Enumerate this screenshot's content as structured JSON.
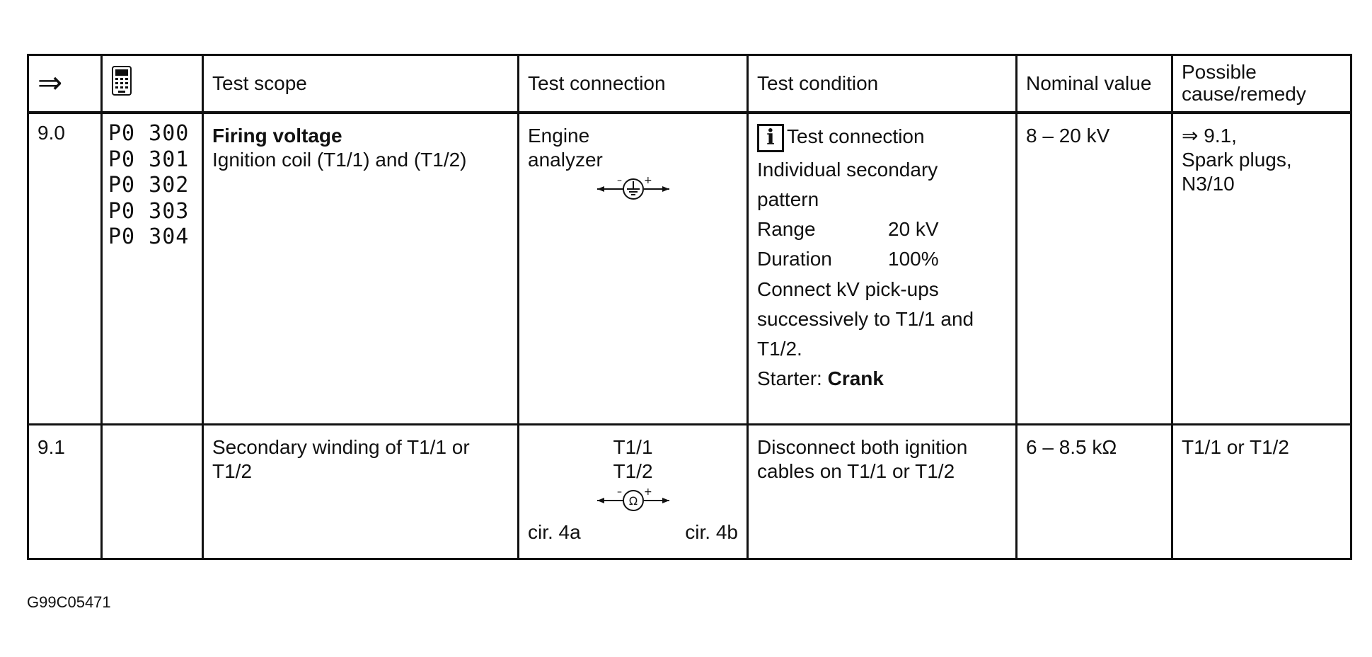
{
  "header": {
    "arrow": "⇒",
    "tester_icon": "hand-held-tester-icon",
    "test_scope": "Test scope",
    "test_connection": "Test connection",
    "test_condition": "Test condition",
    "nominal_value": "Nominal value",
    "cause_line1": "Possible",
    "cause_line2": "cause/remedy"
  },
  "rows": [
    {
      "step": "9.0",
      "codes": [
        "P0 300",
        "P0 301",
        "P0 302",
        "P0 303",
        "P0 304"
      ],
      "scope_title": "Firing voltage",
      "scope_text": "Ignition coil (T1/1) and (T1/2)",
      "connection_line1": "Engine",
      "connection_line2": "analyzer",
      "connection_icon": "ground-meter-icon",
      "condition_info_icon": "info-icon",
      "condition_lines": [
        "Test connection",
        "Individual secondary",
        "pattern"
      ],
      "range_label": "Range",
      "range_value": "20 kV",
      "duration_label": "Duration",
      "duration_value": "100%",
      "condition_more": [
        "Connect kV pick-ups",
        "successively to T1/1 and",
        "T1/2."
      ],
      "starter_label": "Starter:",
      "starter_value": "Crank",
      "nominal": "8 – 20 kV",
      "cause_line1": "⇒ 9.1,",
      "cause_line2": "Spark plugs,",
      "cause_line3": "N3/10"
    },
    {
      "step": "9.1",
      "scope_text_line1": "Secondary winding of T1/1 or",
      "scope_text_line2": "T1/2",
      "connection_line1": "T1/1",
      "connection_line2": "T1/2",
      "connection_icon": "ohmmeter-icon",
      "cir_left": "cir. 4a",
      "cir_right": "cir. 4b",
      "condition_line1": "Disconnect both ignition",
      "condition_line2": "cables on T1/1 or T1/2",
      "nominal": "6 – 8.5 kΩ",
      "cause": "T1/1 or T1/2"
    }
  ],
  "figure_code": "G99C05471"
}
